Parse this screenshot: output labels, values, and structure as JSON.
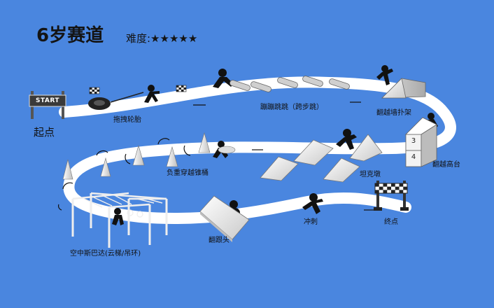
{
  "header": {
    "title": "6岁赛道",
    "difficulty": "难度:★★★★★"
  },
  "start": {
    "sign": "START",
    "label": "起点"
  },
  "obstacles": {
    "tire_drag": "拖拽轮胎",
    "leap_steps": "蹦蹦跳跳（跨步跳）",
    "wall_climb": "翻越墙扑架",
    "high_platform": "翻越高台",
    "block_3": "3",
    "block_4": "4",
    "tank": "坦克墩",
    "weight_cones": "负重穿越锥桶",
    "monkey_bars": "空中斯巴达(云梯/吊环)",
    "roll": "翻跟头",
    "sprint": "冲刺",
    "finish": "终点"
  },
  "colors": {
    "background": "#4a86df",
    "track": "#ffffff",
    "ink": "#111111"
  }
}
